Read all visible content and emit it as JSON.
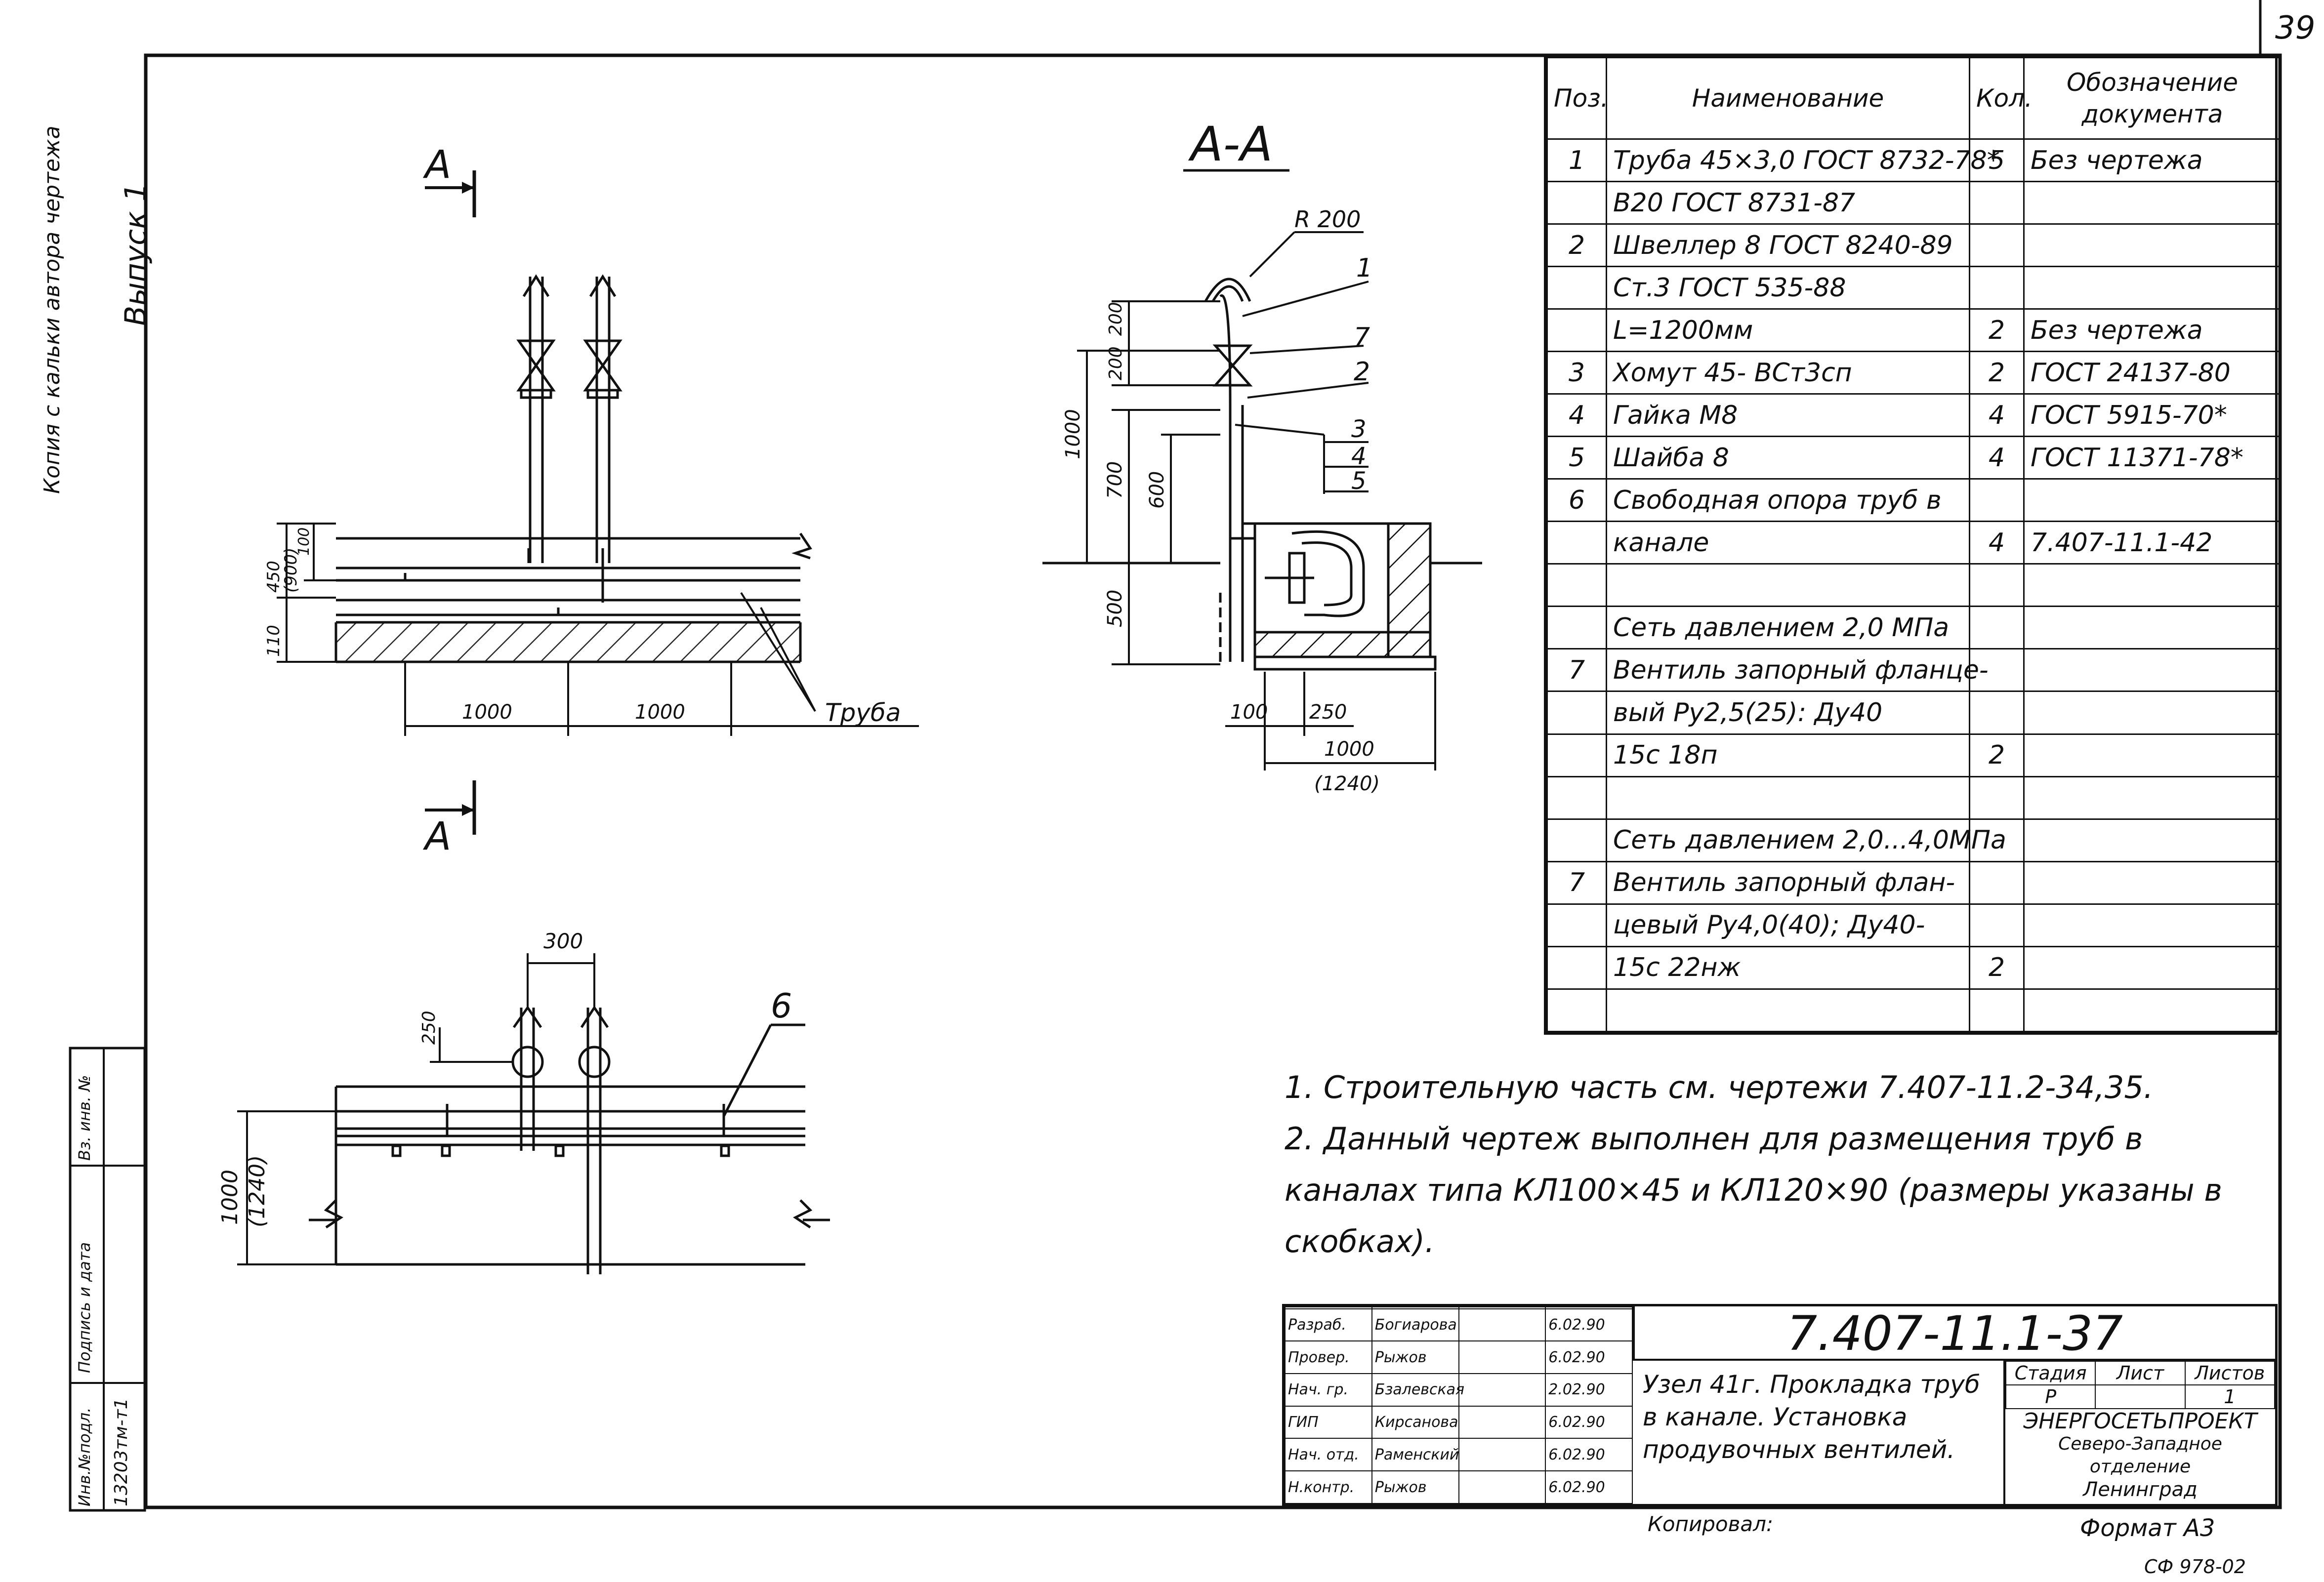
{
  "sheet_number": "39",
  "side_margin": {
    "top_note": "Копия с кальки автора чертежа",
    "release": "Выпуск 1",
    "inv_label": "Инв.№подл.",
    "inv_value": "13203тм-т1",
    "signature_label": "Подпись и дата",
    "replace_label": "Вз. инв. №"
  },
  "plan_view": {
    "section_marker_top": "А",
    "section_marker_bottom": "А",
    "dim_left_outer": "450",
    "dim_left_outer_alt": "(900)",
    "dim_left_inner": "100",
    "dim_left_bottom": "110",
    "dim_span_1": "1000",
    "dim_span_2": "1000",
    "pipe_callout": "Труба"
  },
  "section_view": {
    "title": "А-А",
    "radius_label": "R 200",
    "dim_200_a": "200",
    "dim_200_b": "200",
    "dim_1000": "1000",
    "dim_700": "700",
    "dim_600": "600",
    "dim_500": "500",
    "dim_100": "100",
    "dim_250": "250",
    "dim_width": "1000",
    "dim_width_alt": "(1240)",
    "callouts": [
      "1",
      "7",
      "2",
      "3",
      "4",
      "5"
    ]
  },
  "top_view": {
    "dim_300": "300",
    "dim_250": "250",
    "dim_height": "1000",
    "dim_height_alt": "(1240)",
    "callout": "6"
  },
  "spec_table": {
    "headers": {
      "pos": "Поз.",
      "name": "Наименование",
      "qty": "Кол.",
      "doc": "Обозначение документа"
    },
    "rows": [
      {
        "pos": "1",
        "name": "Труба   45×3,0 ГОСТ 8732-78*",
        "qty": "5",
        "doc": "Без чертежа"
      },
      {
        "pos": "",
        "name": "            В20 ГОСТ 8731-87",
        "qty": "",
        "doc": ""
      },
      {
        "pos": "2",
        "name": "Швеллер   8 ГОСТ 8240-89",
        "qty": "",
        "doc": ""
      },
      {
        "pos": "",
        "name": "               Ст.3 ГОСТ 535-88",
        "qty": "",
        "doc": ""
      },
      {
        "pos": "",
        "name": "   L=1200мм",
        "qty": "2",
        "doc": "Без чертежа"
      },
      {
        "pos": "3",
        "name": "Хомут 45-  ВСт3сп",
        "qty": "2",
        "doc": "ГОСТ 24137-80"
      },
      {
        "pos": "4",
        "name": "Гайка М8",
        "qty": "4",
        "doc": "ГОСТ 5915-70*"
      },
      {
        "pos": "5",
        "name": "Шайба 8",
        "qty": "4",
        "doc": "ГОСТ 11371-78*"
      },
      {
        "pos": "6",
        "name": "Свободная опора труб в",
        "qty": "",
        "doc": ""
      },
      {
        "pos": "",
        "name": "канале",
        "qty": "4",
        "doc": "7.407-11.1-42"
      },
      {
        "pos": "",
        "name": "",
        "qty": "",
        "doc": ""
      },
      {
        "pos": "",
        "name": "Сеть давлением 2,0 МПа",
        "qty": "",
        "doc": ""
      },
      {
        "pos": "7",
        "name": "Вентиль запорный фланце-",
        "qty": "",
        "doc": ""
      },
      {
        "pos": "",
        "name": "вый Ру2,5(25): Ду40",
        "qty": "",
        "doc": ""
      },
      {
        "pos": "",
        "name": "15с 18п",
        "qty": "2",
        "doc": ""
      },
      {
        "pos": "",
        "name": "",
        "qty": "",
        "doc": ""
      },
      {
        "pos": "",
        "name": "Сеть давлением 2,0...4,0МПа",
        "qty": "",
        "doc": ""
      },
      {
        "pos": "7",
        "name": "Вентиль запорный флан-",
        "qty": "",
        "doc": ""
      },
      {
        "pos": "",
        "name": "цевый Ру4,0(40); Ду40-",
        "qty": "",
        "doc": ""
      },
      {
        "pos": "",
        "name": "15с 22нж",
        "qty": "2",
        "doc": ""
      },
      {
        "pos": "",
        "name": "",
        "qty": "",
        "doc": ""
      }
    ]
  },
  "notes": [
    "1. Строительную часть см. чертежи 7.407-11.2-34,35.",
    "2. Данный чертеж выполнен для размещения труб в каналах типа КЛ100×45 и КЛ120×90 (размеры указаны в скобках)."
  ],
  "title_block": {
    "code": "7.407-11.1-37",
    "title": "Узел 41г. Прокладка труб в канале. Установка продувочных вентилей.",
    "stage_label": "Стадия",
    "sheet_label": "Лист",
    "sheets_label": "Листов",
    "stage": "Р",
    "sheet": "",
    "sheets": "1",
    "org_1": "ЭНЕРГОСЕТЬПРОЕКТ",
    "org_2": "Северо-Западное отделение",
    "org_3": "Ленинград",
    "signatures": [
      {
        "role": "Разраб.",
        "name": "Богиарова",
        "date": "6.02.90"
      },
      {
        "role": "Провер.",
        "name": "Рыжов",
        "date": "6.02.90"
      },
      {
        "role": "Нач. гр.",
        "name": "Бзалевская",
        "date": "2.02.90"
      },
      {
        "role": "ГИП",
        "name": "Кирсанова",
        "date": "6.02.90"
      },
      {
        "role": "Нач. отд.",
        "name": "Раменский",
        "date": "6.02.90"
      },
      {
        "role": "Н.контр.",
        "name": "Рыжов",
        "date": "6.02.90"
      }
    ],
    "copied": "Копировал: ",
    "format": "Формат А3",
    "bottom_code": "СФ 978-02"
  }
}
